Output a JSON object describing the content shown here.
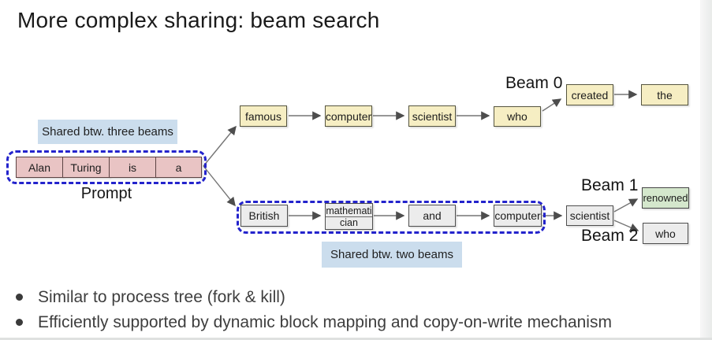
{
  "title": "More complex sharing: beam search",
  "diagram": {
    "shared_three": {
      "label": "Shared btw. three beams"
    },
    "prompt": {
      "label": "Prompt",
      "tokens": [
        "Alan",
        "Turing",
        "is",
        "a"
      ]
    },
    "beam0": {
      "label": "Beam 0",
      "tokens": [
        "famous",
        "computer",
        "scientist",
        "who",
        "created",
        "the"
      ]
    },
    "shared_two": {
      "label": "Shared btw. two beams",
      "tokens": [
        "British",
        "mathematician",
        "and",
        "computer"
      ],
      "wrap_token_line1": "mathemati",
      "wrap_token_line2": "cian"
    },
    "merge_token": "scientist",
    "beam1": {
      "label": "Beam 1",
      "token": "renowned"
    },
    "beam2": {
      "label": "Beam 2",
      "token": "who"
    },
    "colors": {
      "shared_label_bg": "#cbdded",
      "prompt_token_fill": "#e9c4c4",
      "beam0_token_fill": "#f6eec3",
      "shared_token_fill": "#ececec",
      "beam1_token_fill": "#d4e7cc",
      "dashed_outline": "#2323cc",
      "arrow": "#6f6f6f"
    }
  },
  "bullets": [
    "Similar to process tree (fork & kill)",
    "Efficiently supported by dynamic block mapping and copy-on-write mechanism"
  ]
}
